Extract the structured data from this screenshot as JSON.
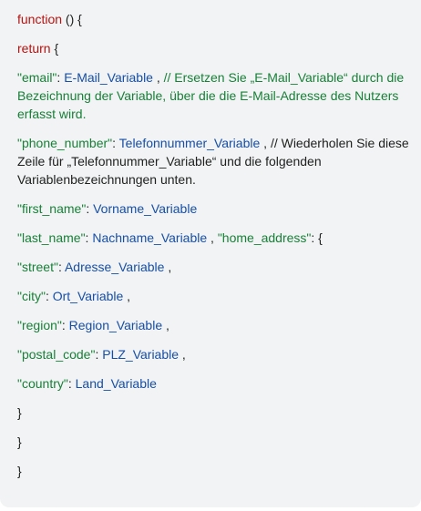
{
  "code": {
    "line1": {
      "kw": "function",
      "rest": " () {"
    },
    "line2": {
      "kw": "return",
      "rest": " {"
    },
    "line3": {
      "key": "\"email\"",
      "colon": ": ",
      "var": "E-Mail_Variable",
      "sep": " , ",
      "comment": "// Ersetzen Sie „E-Mail_Variable“ durch die Bezeichnung der Variable, über die die E-Mail-Adresse des Nutzers erfasst wird."
    },
    "line4": {
      "key": "\"phone_number\"",
      "colon": ": ",
      "var": "Telefonnummer_Variable",
      "sep": " , ",
      "comment": "// Wiederholen Sie diese Zeile für „Telefonnummer_Variable“ und die folgenden Variablenbezeichnungen unten."
    },
    "line5": {
      "key": "\"first_name\"",
      "colon": ": ",
      "var": "Vorname_Variable"
    },
    "line6": {
      "key": "\"last_name\"",
      "colon": ": ",
      "var": "Nachname_Variable",
      "sep": " , ",
      "key2": "\"home_address\"",
      "tail": ": {"
    },
    "line7": {
      "key": "\"street\"",
      "colon": ": ",
      "var": "Adresse_Variable",
      "sep": " ,"
    },
    "line8": {
      "key": "\"city\"",
      "colon": ": ",
      "var": "Ort_Variable",
      "sep": " ,"
    },
    "line9": {
      "key": "\"region\"",
      "colon": ": ",
      "var": "Region_Variable",
      "sep": " ,"
    },
    "line10": {
      "key": "\"postal_code\"",
      "colon": ": ",
      "var": "PLZ_Variable",
      "sep": " ,"
    },
    "line11": {
      "key": "\"country\"",
      "colon": ": ",
      "var": "Land_Variable"
    },
    "line12": {
      "brace": "}"
    },
    "line13": {
      "brace": "}"
    },
    "line14": {
      "brace": "}"
    }
  },
  "colors": {
    "background": "#f1f3f4",
    "keyword": "#b31412",
    "string": "#188038",
    "variable": "#174ea6",
    "text": "#1f1f1f"
  }
}
